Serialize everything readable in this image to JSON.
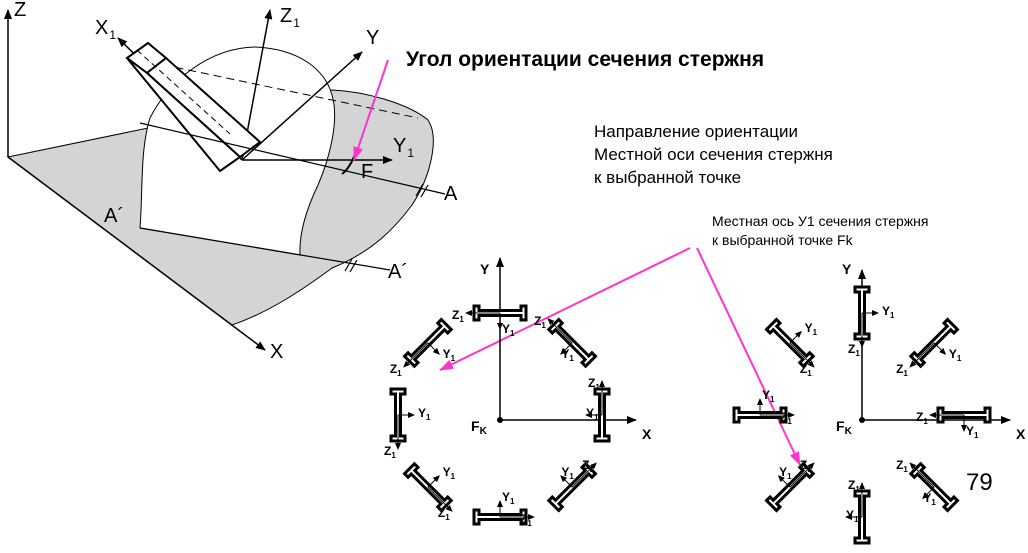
{
  "left_figure": {
    "axis_z": "Z",
    "axis_x": "X",
    "axis_y": "Y",
    "axis_x1": "X",
    "axis_x1_sub": "1",
    "axis_z1": "Z",
    "axis_z1_sub": "1",
    "axis_y1": "Y",
    "axis_y1_sub": "1",
    "point_f": "F",
    "section_a": "A",
    "section_a_prime_left": "A´",
    "section_a_prime_right": "A´"
  },
  "annotations": {
    "title": "Угол ориентации сечения стержня",
    "direction_line1": "Направление ориентации",
    "direction_line2": "Местной оси сечения стержня",
    "direction_line3": "к выбранной точке",
    "local_axis_line1": "Местная ось У1 сечения стержня",
    "local_axis_line2": "к выбранной точке Fk"
  },
  "diagram_left": {
    "axis_y": "Y",
    "axis_x": "X",
    "center_label": "F",
    "center_sub": "K",
    "sym_y": "Y",
    "sym_z": "Z",
    "sub1": "1"
  },
  "diagram_right": {
    "axis_y": "Y",
    "axis_x": "X",
    "center_label": "F",
    "center_sub": "K",
    "sym_y": "Y",
    "sym_z": "Z",
    "sub1": "1"
  },
  "page_number": "79",
  "colors": {
    "line": "#000000",
    "shade": "#d4d4d4",
    "accent_arrow": "#ff33cc"
  }
}
